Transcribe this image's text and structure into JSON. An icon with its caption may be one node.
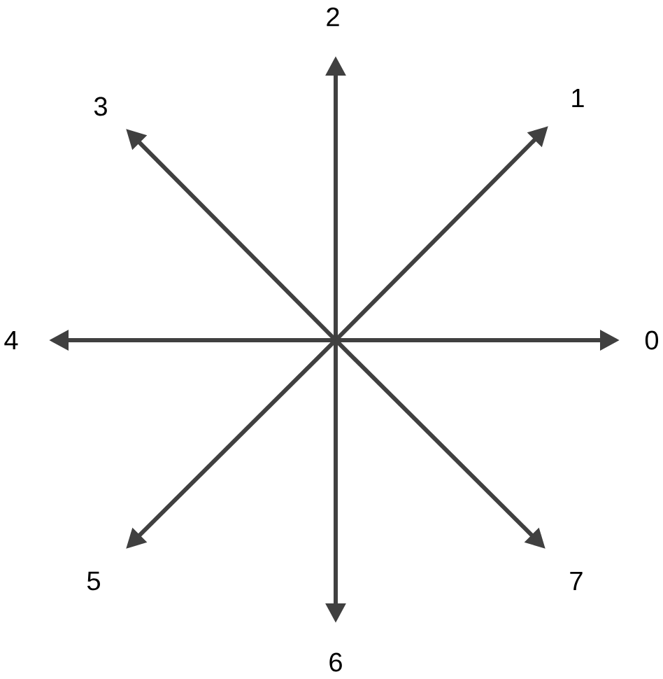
{
  "diagram": {
    "labels": [
      "2",
      "3",
      "1",
      "4",
      "0",
      "5",
      "7",
      "6"
    ]
  }
}
